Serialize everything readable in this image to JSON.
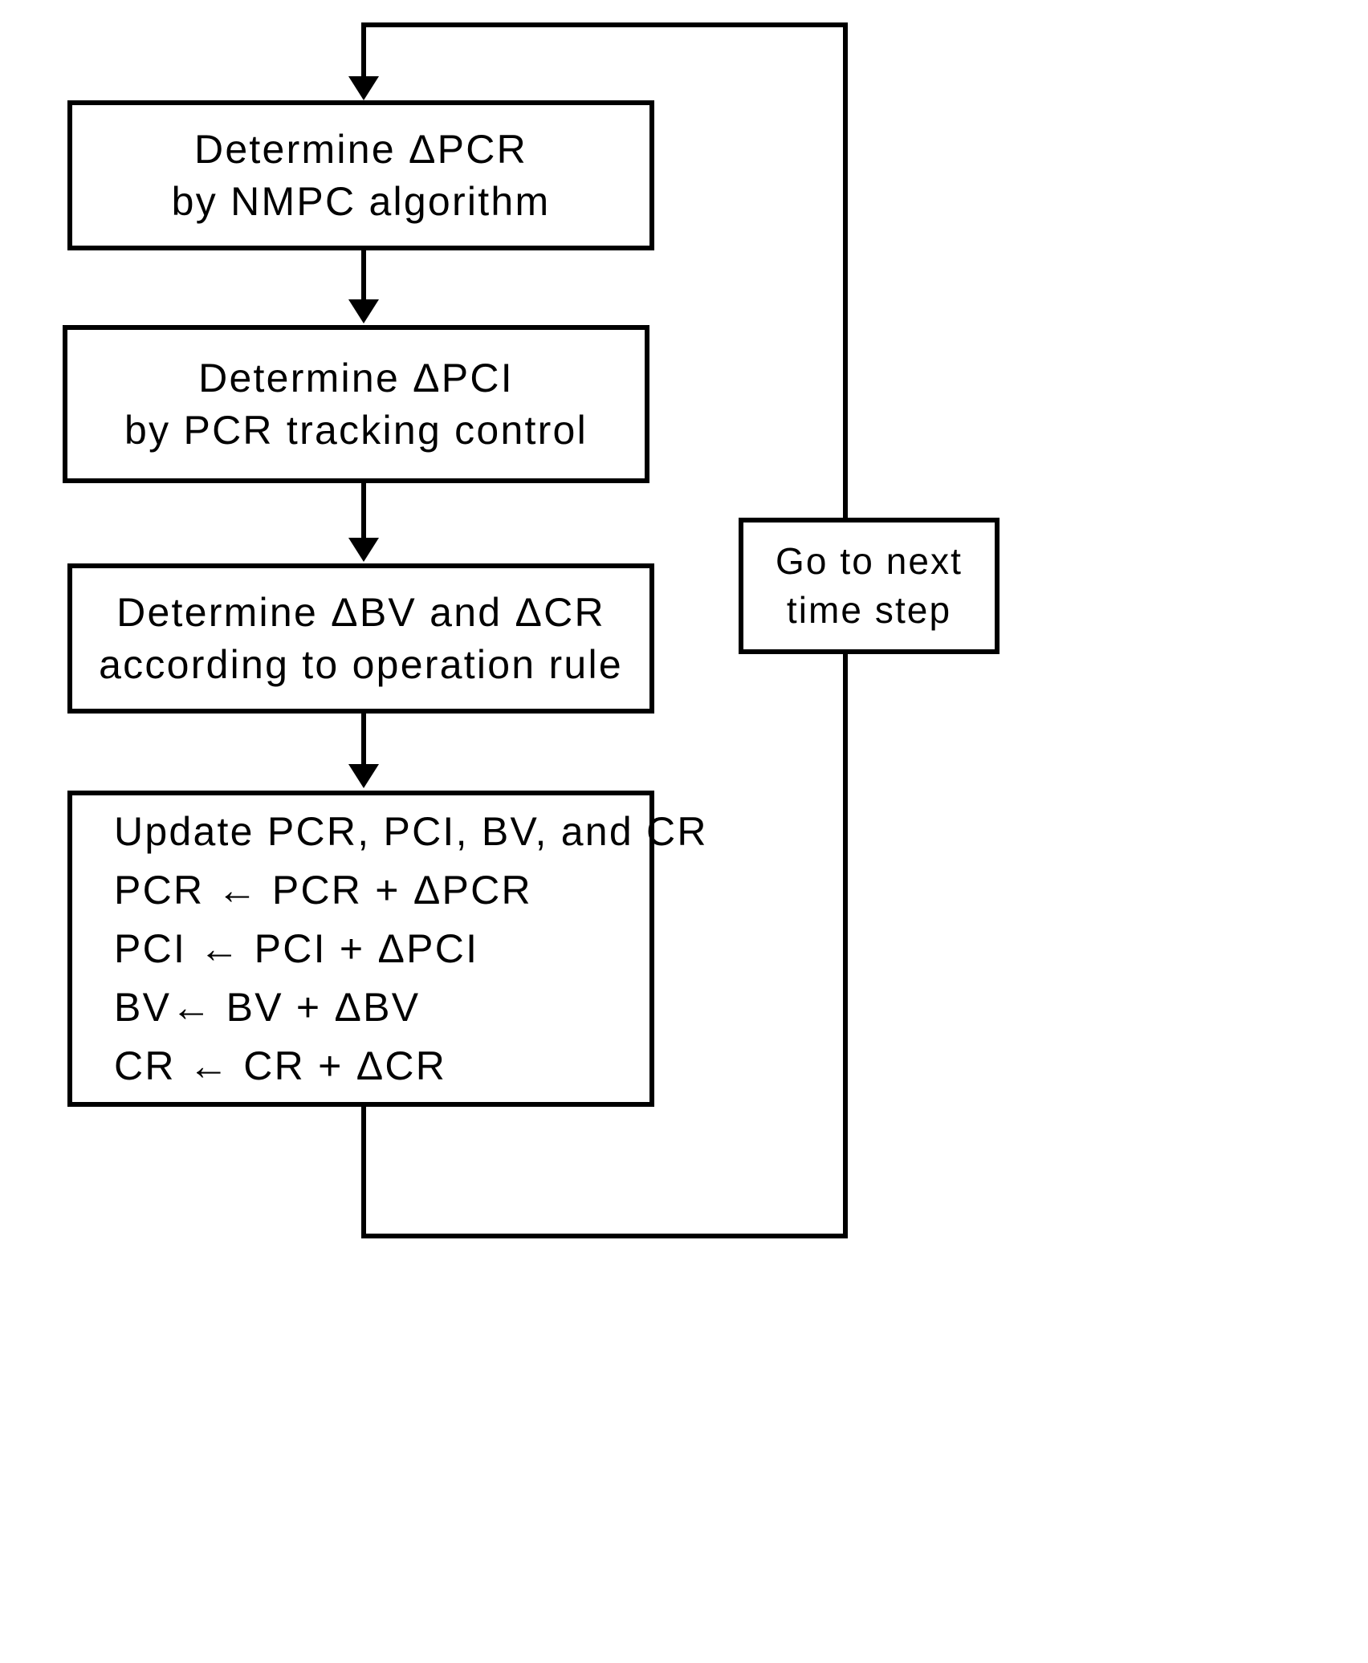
{
  "diagram": {
    "title": "Control algorithm flowchart",
    "background_color": "#ffffff",
    "stroke_color": "#000000",
    "nodes": [
      {
        "id": "determine-dpcr",
        "lines": [
          "Determine ΔPCR",
          "by NMPC algorithm"
        ],
        "align": "center"
      },
      {
        "id": "determine-dpci",
        "lines": [
          "Determine ΔPCI",
          "by PCR tracking control"
        ],
        "align": "center"
      },
      {
        "id": "determine-dbv-dcr",
        "lines": [
          "Determine ΔBV and ΔCR",
          "according to operation rule"
        ],
        "align": "center"
      },
      {
        "id": "update",
        "lines": [
          "Update PCR, PCI, BV, and CR",
          "PCR ← PCR + ΔPCR",
          "PCI ← PCI + ΔPCI",
          "BV← BV + ΔBV",
          "CR ← CR + ΔCR"
        ],
        "align": "left"
      },
      {
        "id": "go-next-step",
        "lines": [
          "Go to next",
          "time step"
        ],
        "align": "center"
      }
    ]
  }
}
